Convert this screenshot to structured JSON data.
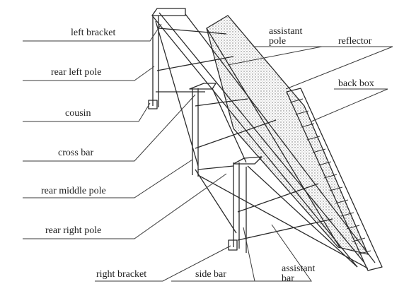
{
  "diagram": {
    "labels": {
      "left_bracket": "left bracket",
      "rear_left_pole": "rear left pole",
      "cousin": "cousin",
      "cross_bar": "cross bar",
      "rear_middle_pole": "rear middle pole",
      "rear_right_pole": "rear right pole",
      "right_bracket": "right bracket",
      "side_bar": "side bar",
      "assistant_pole_line1": "assistant",
      "assistant_pole_line2": "pole",
      "reflector": "reflector",
      "back_box": "back box",
      "assistant_bar_line1": "assistant",
      "assistant_bar_line2": "bar"
    },
    "colors": {
      "line": "#2a2a2a",
      "text": "#1e1e1e",
      "reflector_fill": "#d9d9d9"
    }
  }
}
